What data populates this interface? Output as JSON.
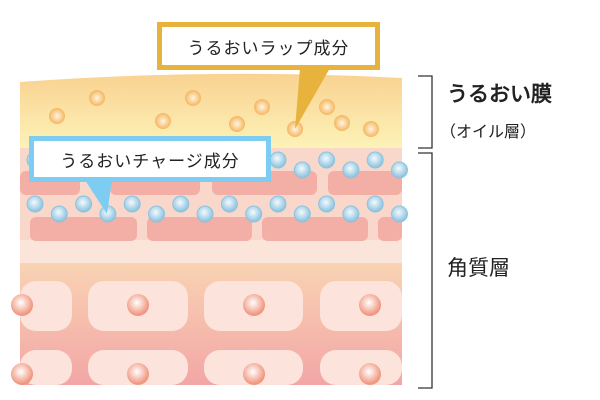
{
  "callouts": {
    "wrap": "うるおいラップ成分",
    "charge": "うるおいチャージ成分"
  },
  "layers": {
    "membrane_title": "うるおい膜",
    "membrane_sub": "（オイル層）",
    "stratum": "角質層"
  },
  "colors": {
    "orange_border": "#e8b33c",
    "blue_border": "#7ccdf1"
  }
}
